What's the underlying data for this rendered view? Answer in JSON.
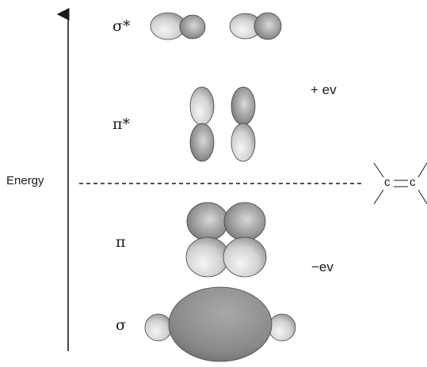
{
  "diagram": {
    "axis_label": "Energy",
    "levels": [
      {
        "symbol": "σ*",
        "note": ""
      },
      {
        "symbol": "π*",
        "note": "+ ev"
      },
      {
        "symbol": "π",
        "note": "−ev"
      },
      {
        "symbol": "σ",
        "note": ""
      }
    ],
    "molecule": {
      "atom_left": "c",
      "atom_right": "c"
    },
    "colors": {
      "line": "#1a1a1a",
      "lobe_light": "#f2f2f2",
      "lobe_mid": "#b8b8b8",
      "lobe_dark": "#6e6e6e",
      "outline": "#444444"
    }
  }
}
